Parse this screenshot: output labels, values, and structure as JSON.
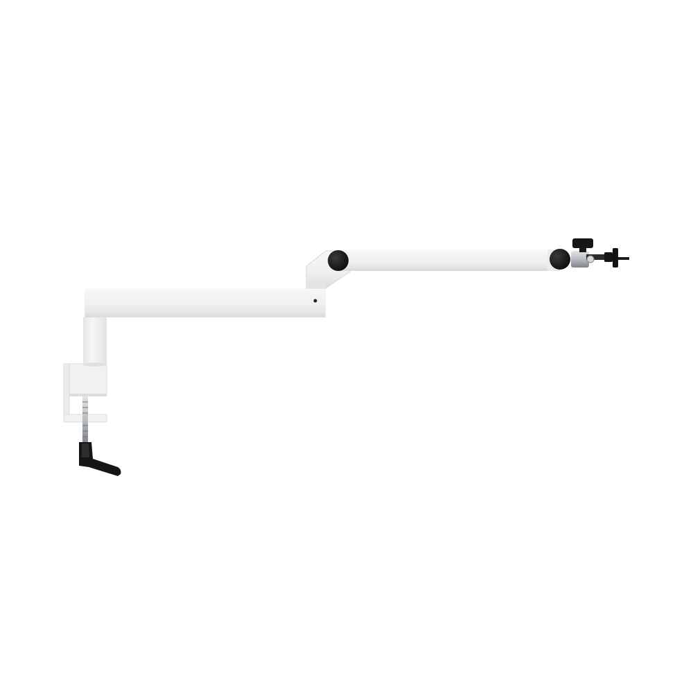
{
  "image": {
    "subject": "boom-arm",
    "background": "#ffffff"
  },
  "colors": {
    "arm_body": "#efefee",
    "arm_shadow": "#d9d9d7",
    "arm_edge": "#c9c9c6",
    "knob": "#141414",
    "knob_highlight": "#3a3a3a",
    "metal": "#b8bcc0",
    "metal_dark": "#6f757a"
  },
  "parts": {
    "clamp": "desk-clamp",
    "clamp_screw": "threaded-rod",
    "clamp_handle": "lever-handle",
    "riser": "vertical-post",
    "lower_arm": "lower-arm-segment",
    "elbow": "elbow-joint",
    "upper_arm": "upper-arm-segment",
    "end_joint": "end-joint",
    "mount": "mic-mount-adapter"
  }
}
